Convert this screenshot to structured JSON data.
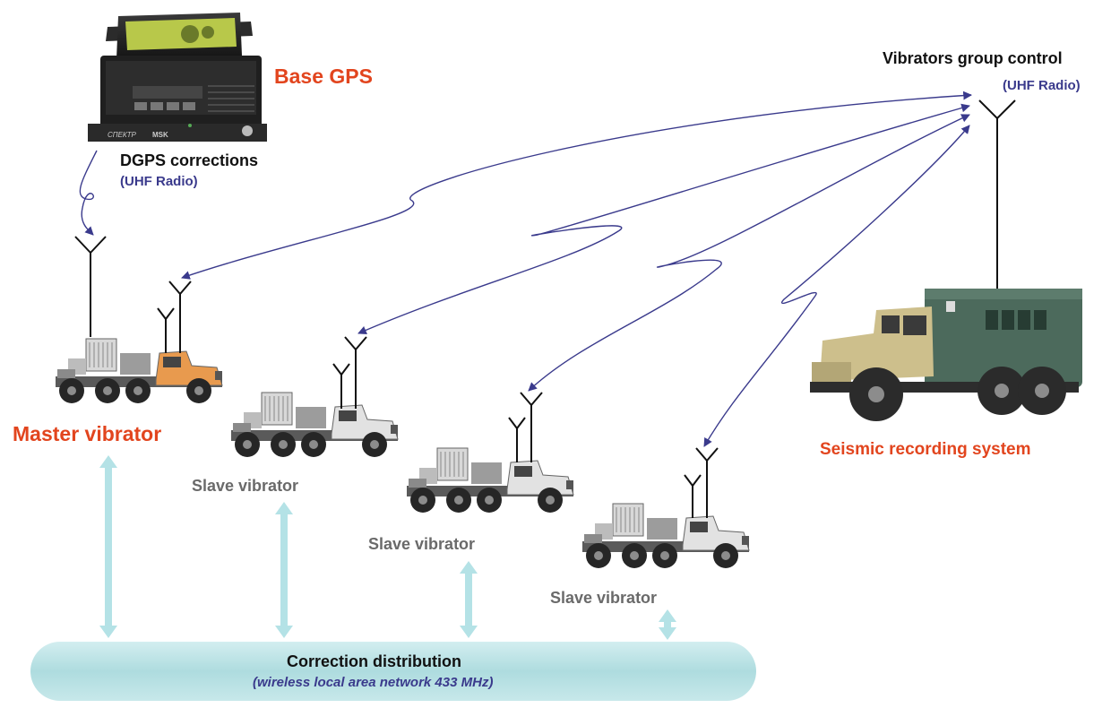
{
  "base_gps": {
    "title": "Base GPS",
    "device_brand": "СПЕКТР",
    "device_model": "MSK"
  },
  "dgps": {
    "title": "DGPS corrections",
    "subtitle": "(UHF Radio)"
  },
  "group_control": {
    "title": "Vibrators group control",
    "subtitle": "(UHF Radio)"
  },
  "master": {
    "label": "Master vibrator"
  },
  "slaves": [
    {
      "label": "Slave vibrator"
    },
    {
      "label": "Slave vibrator"
    },
    {
      "label": "Slave vibrator"
    }
  ],
  "recording": {
    "label": "Seismic recording system"
  },
  "network": {
    "title": "Correction distribution",
    "subtitle": "(wireless local area network 433 MHz)"
  },
  "colors": {
    "accent_red": "#e2451e",
    "radio_blue": "#3a3a8c",
    "link_cyan": "#b4e2e6",
    "truck_green": "#4c6a5c",
    "master_cab": "#e89a4e"
  }
}
